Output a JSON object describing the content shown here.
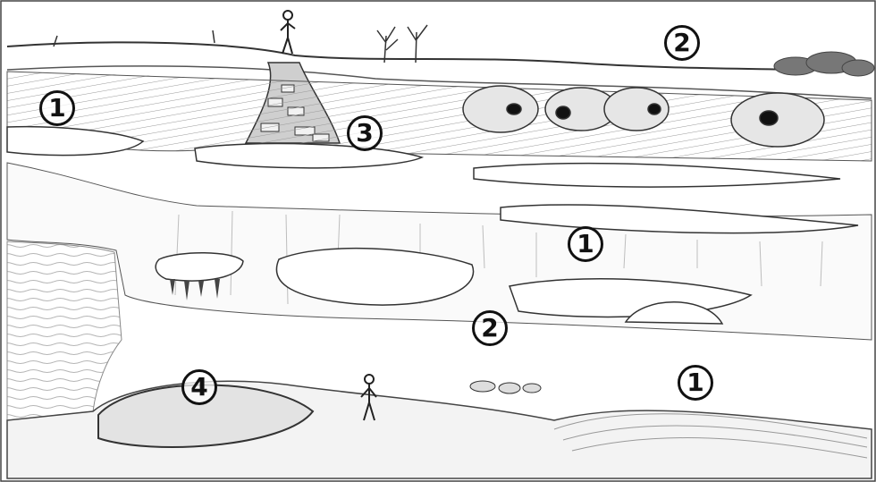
{
  "figure": {
    "markers": [
      {
        "id": "m1",
        "label": "1"
      },
      {
        "id": "m2",
        "label": "2"
      },
      {
        "id": "m3",
        "label": "3"
      },
      {
        "id": "m4",
        "label": "1"
      },
      {
        "id": "m5",
        "label": "2"
      },
      {
        "id": "m6",
        "label": "1"
      },
      {
        "id": "m7",
        "label": "4"
      }
    ]
  }
}
